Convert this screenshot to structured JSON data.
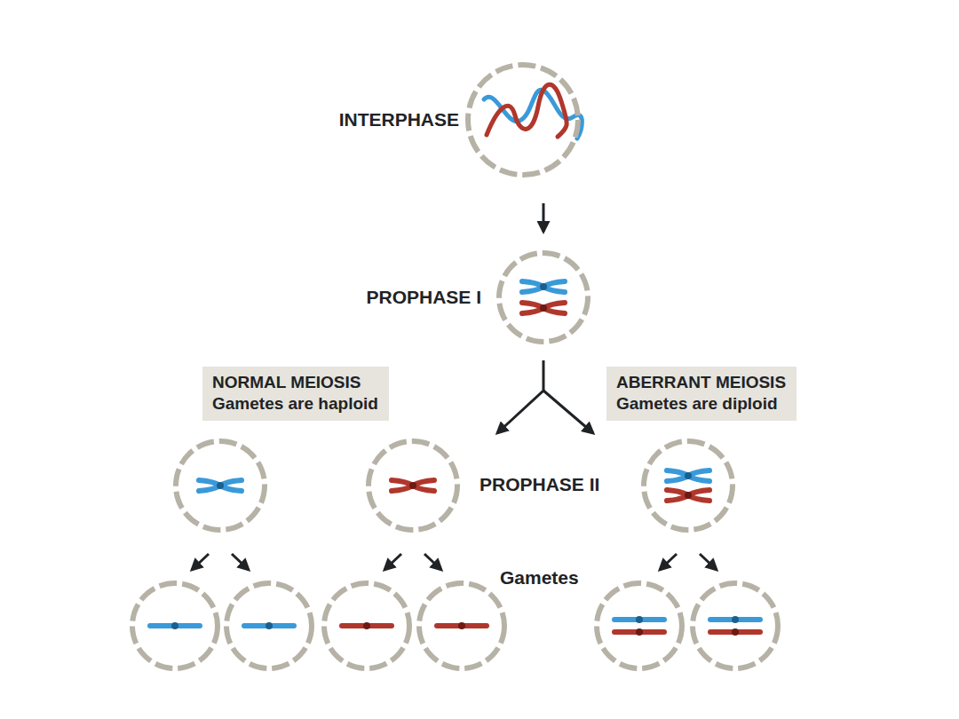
{
  "diagram": {
    "nodes": [
      {
        "text": [
          "INTERPHASE"
        ]
      },
      {
        "text": [
          "PROPHASE I"
        ]
      },
      {
        "text": [
          "NORMAL MEIOSIS",
          "Gametes are haploid"
        ]
      },
      {
        "text": [
          "ABERRANT MEIOSIS",
          "Gametes are diploid"
        ]
      }
    ],
    "edges": [
      {
        "from": 0,
        "to": 1,
        "arrow": "to"
      }
    ],
    "labels": [
      "PROPHASE II",
      "Gametes"
    ]
  }
}
